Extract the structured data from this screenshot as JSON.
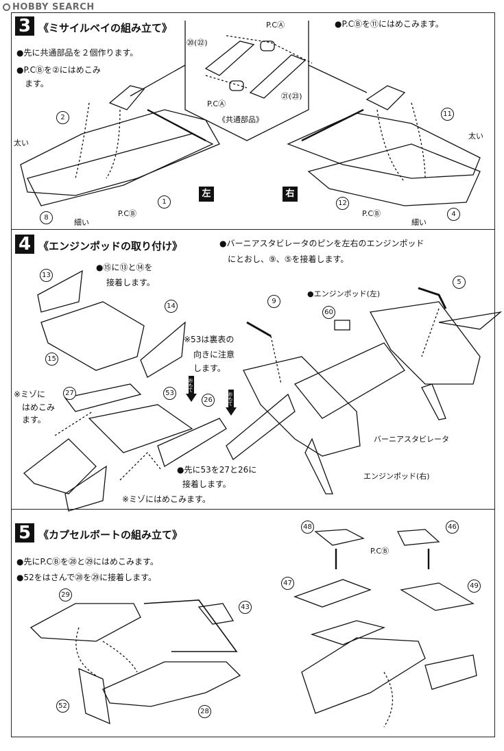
{
  "watermark": "HOBBY SEARCH",
  "step3": {
    "number": "3",
    "title": "《ミサイルベイの組み立て》",
    "notes": [
      "●先に共通部品を２個作ります。",
      "●P.CⒷを②にはめこみ",
      "　ます。"
    ],
    "note_right": "●P.CⒷを⑪にはめこみます。",
    "common_part_label": "《共通部品》",
    "labels": {
      "pca_top": "P.CⒶ",
      "pca_bottom": "P.CⒶ",
      "p20": "⑳(㉒)",
      "p21": "㉑(㉓)",
      "left_thick": "太い",
      "left_thin": "細い",
      "right_thick": "太い",
      "right_thin": "細い",
      "pcb_left": "P.CⒷ",
      "pcb_right": "P.CⒷ",
      "left_marker": "左",
      "right_marker": "右"
    },
    "parts": [
      "2",
      "1",
      "8",
      "11",
      "12",
      "4"
    ]
  },
  "step4": {
    "number": "4",
    "title": "《エンジンポッドの取り付け》",
    "notes": [
      "●バーニアスタビレータのピンを左右のエンジンポッド",
      "にとおし、⑨、⑤を接着します。"
    ],
    "note_glue": [
      "●⑮に⑬と⑭を",
      "接着します。"
    ],
    "note_caution": [
      "※53は裏表の",
      "向きに注意",
      "します。"
    ],
    "note_groove_left": [
      "※ミゾに",
      "はめこみ",
      "ます。"
    ],
    "note_first": [
      "●先に53を27と26に",
      "接着します。"
    ],
    "note_groove_bottom": "※ミゾにはめこみます。",
    "labels": {
      "pod_left": "●エンジンポッド(左)",
      "pod_right": "エンジンポッド(右)",
      "stabilizer": "バーニアスタビレータ",
      "arrow_tag": "おもて"
    },
    "parts": [
      "13",
      "14",
      "15",
      "27",
      "53",
      "26",
      "9",
      "60",
      "5"
    ]
  },
  "step5": {
    "number": "5",
    "title": "《カプセルボートの組み立て》",
    "notes": [
      "●先にP.CⒷを㉘と㉙にはめこみます。",
      "●52をはさんで㉘を㉙に接着します。"
    ],
    "labels": {
      "pcb": "P.CⒷ"
    },
    "parts": [
      "48",
      "46",
      "47",
      "49",
      "29",
      "43",
      "52",
      "28"
    ]
  }
}
